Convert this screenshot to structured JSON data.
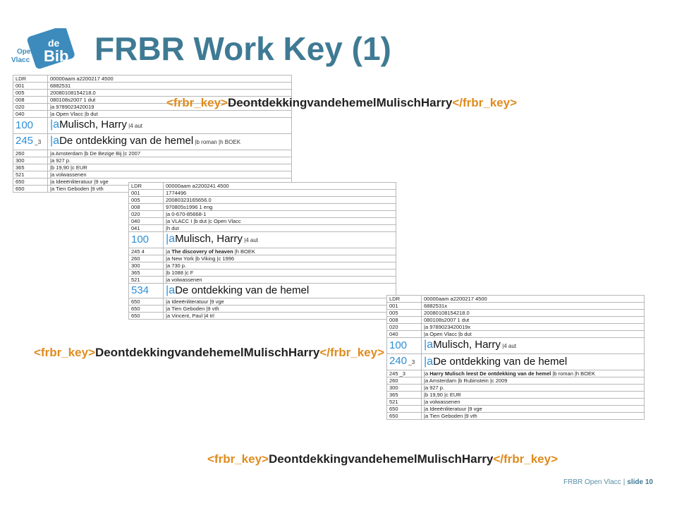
{
  "title": "FRBR Work Key (1)",
  "logo": {
    "line1": "de",
    "line2": "Bib",
    "line3": "Open",
    "line4": "Vlacc"
  },
  "records": [
    {
      "rows": [
        {
          "tag": "LDR",
          "value": "00000aam a2200217 4500"
        },
        {
          "tag": "001",
          "value": "6882531"
        },
        {
          "tag": "005",
          "value": "20080108154218.0"
        },
        {
          "tag": "008",
          "value": "080108s2007 1 dut"
        },
        {
          "tag": "020",
          "value": "|a 9789023420019"
        },
        {
          "tag": "040",
          "value": "|a Open Vlacc |b dut"
        },
        {
          "tag": "100",
          "pipe": "|a",
          "main": "Mulisch, Harry",
          "rest": " |4 aut"
        },
        {
          "tag": "245",
          "ind": " _3",
          "pipe": "|a",
          "main": "De ontdekking van de hemel",
          "rest": " |b roman |h BOEK"
        },
        {
          "tag": "260",
          "value": "|a Amsterdam |b De Bezige Bij |c 2007"
        },
        {
          "tag": "300",
          "value": "|a 927 p."
        },
        {
          "tag": "365",
          "value": "|b 19,90 |c EUR"
        },
        {
          "tag": "521",
          "value": "|a volwassenen"
        },
        {
          "tag": "650",
          "value": "|a Ideeënliteratuur |9 vge"
        },
        {
          "tag": "650",
          "value": "|a Tien Geboden |9 vth"
        }
      ]
    },
    {
      "rows": [
        {
          "tag": "LDR",
          "value": "00000aam a2200241 4500"
        },
        {
          "tag": "001",
          "value": "1774496"
        },
        {
          "tag": "005",
          "value": "20080323165656.0"
        },
        {
          "tag": "008",
          "value": "970805s1996 1 eng"
        },
        {
          "tag": "020",
          "value": "|a 0-670-85668-1"
        },
        {
          "tag": "040",
          "value": "|a VLACC I |b dut |c Open Vlacc"
        },
        {
          "tag": "041",
          "value": "|h dut"
        },
        {
          "tag": "100",
          "pipe": "|a",
          "main": "Mulisch, Harry",
          "rest": " |4 aut"
        },
        {
          "tag": "245 4",
          "pre": "|a ",
          "bold": "The discovery of heaven",
          "post": " |h BOEK"
        },
        {
          "tag": "260",
          "value": "|a New York |b Viking |c 1996"
        },
        {
          "tag": "300",
          "value": "|a 730 p."
        },
        {
          "tag": "365",
          "value": "|b 1088 |c F"
        },
        {
          "tag": "521",
          "value": "|a volwassenen"
        },
        {
          "tag": "534",
          "pipe": "|a",
          "main": "De ontdekking van de hemel",
          "rest": ""
        },
        {
          "tag": "650",
          "value": "|a Ideeënliteratuur |9 vge"
        },
        {
          "tag": "650",
          "value": "|a Tien Geboden |9 vth"
        },
        {
          "tag": "650",
          "value": "|a Vincent, Paul |4 trl"
        }
      ]
    },
    {
      "rows": [
        {
          "tag": "LDR",
          "value": "00000aam a2200217 4500"
        },
        {
          "tag": "001",
          "value": "6882531x"
        },
        {
          "tag": "005",
          "value": "20080108154218.0"
        },
        {
          "tag": "008",
          "value": "080108s2007 1 dut"
        },
        {
          "tag": "020",
          "value": "|a 9789023420019x"
        },
        {
          "tag": "040",
          "value": "|a Open Vlacc |b dut"
        },
        {
          "tag": "100",
          "pipe": "|a",
          "main": "Mulisch, Harry",
          "rest": " |4 aut"
        },
        {
          "tag": "240",
          "ind": " _3",
          "pipe": "|a",
          "main": "De ontdekking van de hemel",
          "rest": ""
        },
        {
          "tag": "245 _3",
          "pre": "|a ",
          "bold": "Harry Mulisch leest De ontdekking van de hemel",
          "post": " |b roman |h BOEK"
        },
        {
          "tag": "260",
          "value": "|a Amsterdam |b Rubinstein |c 2009"
        },
        {
          "tag": "300",
          "value": "|a 927 p."
        },
        {
          "tag": "365",
          "value": "|b 19,90 |c EUR"
        },
        {
          "tag": "521",
          "value": "|a volwassenen"
        },
        {
          "tag": "650",
          "value": "|a Ideeënliteratuur |9 vge"
        },
        {
          "tag": "650",
          "value": "|a Tien Geboden |9 vth"
        }
      ]
    }
  ],
  "keys": [
    {
      "open": "<frbr_key>",
      "text": "DeontdekkingvandehemelMulischHarry",
      "close": "</frbr_key>"
    },
    {
      "open": "<frbr_key>",
      "text": "DeontdekkingvandehemelMulischHarry",
      "close": "</frbr_key>"
    },
    {
      "open": "<frbr_key>",
      "text": "DeontdekkingvandehemelMulischHarry",
      "close": "</frbr_key>"
    }
  ],
  "footer": {
    "left": "FRBR Open Vlacc",
    "sep": "|",
    "slide": "slide 10"
  },
  "colors": {
    "title": "#3f7a94",
    "tag_open": "#e08b1e",
    "marc_blue": "#2e8ed6",
    "logo": "#3d8bbd"
  }
}
